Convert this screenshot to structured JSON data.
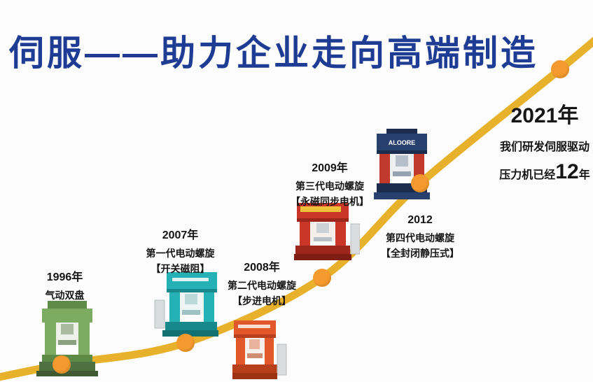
{
  "title": "伺服——助力企业走向高端制造",
  "colors": {
    "title_blue": "#1e3c94",
    "curve_gold": "#e8b12c",
    "dot_orange": "#f3992d",
    "press_green": "#7cab62",
    "press_teal": "#25b2b6",
    "press_orange": "#e2582a",
    "press_red": "#c93527",
    "press_navy": "#27406e"
  },
  "milestones": {
    "m1996": {
      "year": "1996年",
      "line1": "气动双盘"
    },
    "m2007": {
      "year": "2007年",
      "line1": "第一代电动螺旋",
      "line2": "【开关磁阻】"
    },
    "m2008": {
      "year": "2008年",
      "line1": "第二代电动螺旋",
      "line2": "【步进电机】"
    },
    "m2009": {
      "year": "2009年",
      "line1": "第三代电动螺旋",
      "line2": "【永磁同步电机】"
    },
    "m2012": {
      "year": "2012",
      "line1": "第四代电动螺旋",
      "line2": "【全封闭静压式】"
    },
    "m2021": {
      "year": "2021年",
      "line1": "我们研发伺服驱动",
      "line2_prefix": "压力机已经",
      "line2_num": "12",
      "line2_suffix": "年"
    }
  },
  "machines": {
    "navy": {
      "label": "ALOORE"
    }
  }
}
